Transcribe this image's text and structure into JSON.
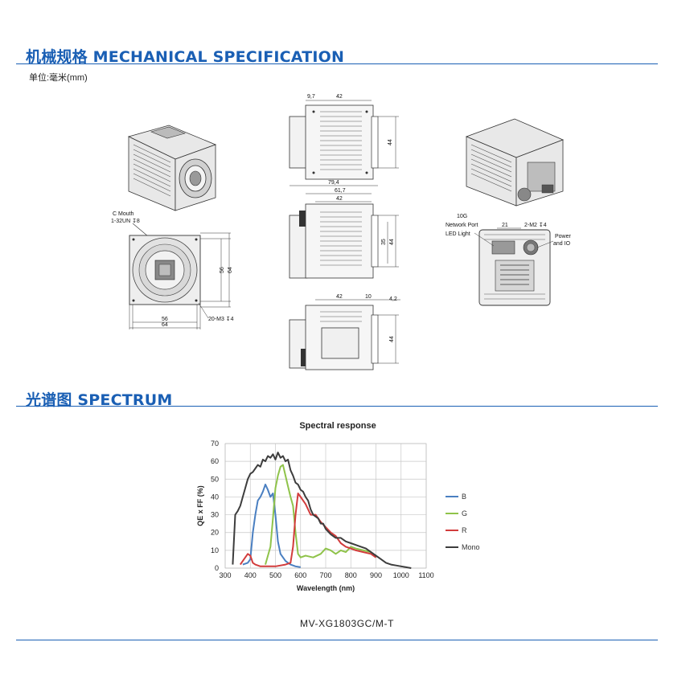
{
  "mechanical": {
    "title": "机械规格 MECHANICAL SPECIFICATION",
    "unit_note": "单位:毫米(mm)",
    "dims": {
      "top_9_7": "9,7",
      "top_42": "42",
      "top_44": "44",
      "mid_79_4": "79,4",
      "mid_61_7": "61,7",
      "mid_42": "42",
      "mid_35": "35",
      "mid_44": "44",
      "bot_42": "42",
      "bot_10": "10",
      "bot_4_2": "4,2",
      "bot_44": "44",
      "front_56h": "56",
      "front_64h": "64",
      "front_56w": "56",
      "front_64w": "64",
      "c_mouth": "C Mouth",
      "c_thread": "1-32UN ↧8",
      "m3": "20-M3 ↧4",
      "back_21": "21",
      "back_m2": "2-M2 ↧4"
    },
    "back_labels": {
      "network_1": "10G",
      "network_2": "Network Port",
      "led": "LED Light",
      "power_1": "Power",
      "power_2": "and IO"
    }
  },
  "spectrum": {
    "title": "光谱图    SPECTRUM",
    "model": "MV-XG1803GC/M-T"
  },
  "chart_data": {
    "type": "line",
    "title": "Spectral response",
    "xlabel": "Wavelength (nm)",
    "ylabel": "QE x FF (%)",
    "xlim": [
      300,
      1100
    ],
    "ylim": [
      0,
      70
    ],
    "xticks": [
      300,
      400,
      500,
      600,
      700,
      800,
      900,
      1000,
      1100
    ],
    "yticks": [
      0,
      10,
      20,
      30,
      40,
      50,
      60,
      70
    ],
    "grid": true,
    "legend_position": "right",
    "series": [
      {
        "name": "B",
        "color": "#4a7fc1",
        "x": [
          370,
          390,
          400,
          410,
          420,
          430,
          440,
          450,
          460,
          470,
          480,
          490,
          500,
          510,
          520,
          530,
          540,
          550,
          560,
          580,
          600
        ],
        "y": [
          2,
          3,
          5,
          20,
          30,
          38,
          40,
          43,
          47,
          44,
          40,
          42,
          30,
          15,
          8,
          6,
          4,
          3,
          2,
          1,
          0.5
        ]
      },
      {
        "name": "G",
        "color": "#8fc34a",
        "x": [
          460,
          480,
          490,
          500,
          510,
          520,
          530,
          540,
          550,
          560,
          570,
          580,
          590,
          600,
          620,
          650,
          680,
          700,
          720,
          740,
          760,
          780,
          800,
          820,
          850,
          880,
          900
        ],
        "y": [
          2,
          12,
          28,
          45,
          52,
          57,
          58,
          52,
          46,
          40,
          35,
          20,
          8,
          6,
          7,
          6,
          8,
          11,
          10,
          8,
          10,
          9,
          12,
          11,
          10,
          9,
          6
        ]
      },
      {
        "name": "R",
        "color": "#d23c3c",
        "x": [
          360,
          380,
          390,
          400,
          410,
          420,
          440,
          460,
          480,
          500,
          540,
          560,
          570,
          580,
          590,
          600,
          620,
          640,
          660,
          680,
          700,
          720,
          740,
          760,
          780,
          800,
          820,
          850,
          880,
          900
        ],
        "y": [
          2,
          6,
          8,
          7,
          3,
          2,
          1,
          1,
          1,
          1,
          2,
          3,
          12,
          30,
          42,
          40,
          36,
          30,
          30,
          26,
          23,
          20,
          18,
          14,
          12,
          11,
          10,
          9,
          8,
          6
        ]
      },
      {
        "name": "Mono",
        "color": "#3d3d3d",
        "x": [
          330,
          340,
          350,
          360,
          370,
          380,
          390,
          400,
          410,
          420,
          430,
          440,
          450,
          460,
          470,
          480,
          490,
          500,
          510,
          520,
          530,
          540,
          550,
          560,
          570,
          580,
          590,
          600,
          610,
          620,
          630,
          640,
          650,
          660,
          670,
          680,
          690,
          700,
          720,
          740,
          760,
          780,
          800,
          820,
          840,
          860,
          880,
          900,
          920,
          940,
          960,
          980,
          1000,
          1020,
          1040
        ],
        "y": [
          2,
          30,
          32,
          35,
          40,
          45,
          50,
          53,
          54,
          56,
          58,
          57,
          61,
          60,
          63,
          62,
          64,
          61,
          65,
          62,
          63,
          60,
          61,
          55,
          52,
          48,
          47,
          44,
          43,
          40,
          38,
          33,
          30,
          29,
          28,
          25,
          25,
          22,
          19,
          17,
          17,
          15,
          14,
          13,
          12,
          11,
          9,
          7,
          5,
          3,
          2,
          1.5,
          1,
          0.5,
          0
        ]
      }
    ]
  }
}
